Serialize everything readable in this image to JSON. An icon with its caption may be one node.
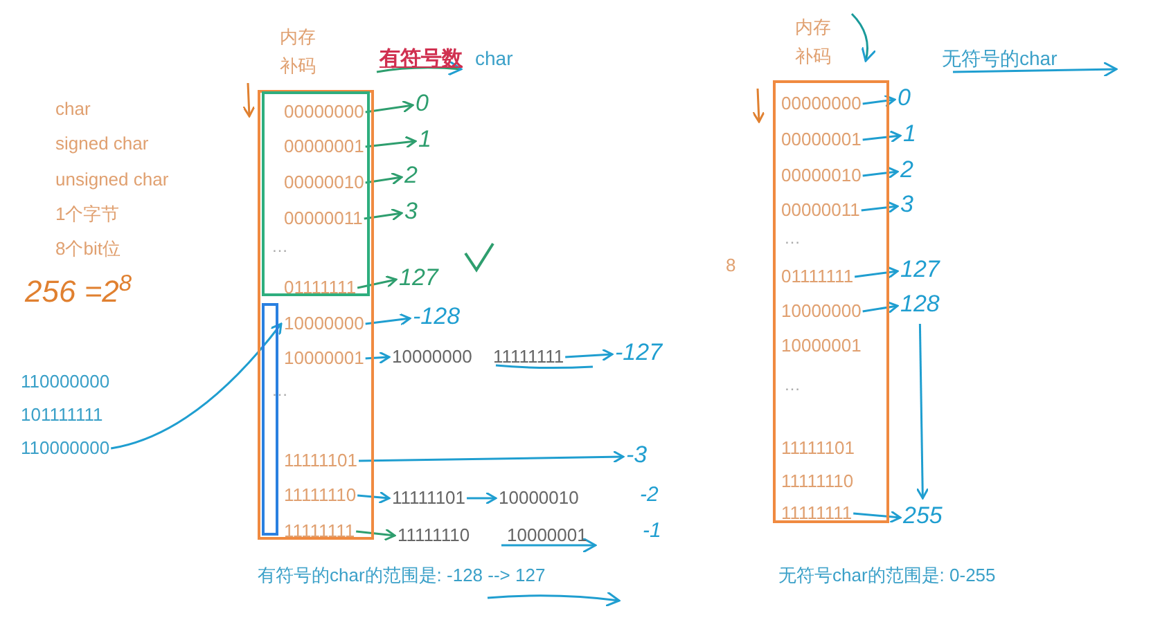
{
  "diagram": {
    "nodes": [
      {
        "text": [
          "内存",
          "补码"
        ]
      },
      {
        "text": [
          "00000000"
        ],
        "in": 0
      },
      {
        "text": [
          "00000001"
        ],
        "in": 0
      },
      {
        "text": [
          "00000010"
        ],
        "in": 0
      },
      {
        "text": [
          "00000011"
        ],
        "in": 0
      },
      {
        "text": [
          "01111111"
        ],
        "in": 0
      },
      {
        "text": [
          "10000000"
        ],
        "in": 0
      },
      {
        "text": [
          "10000001"
        ],
        "in": 0
      },
      {
        "text": [
          "11111101"
        ],
        "in": 0
      },
      {
        "text": [
          "11111110"
        ],
        "in": 0
      },
      {
        "text": [
          "11111111"
        ],
        "in": 0
      },
      {
        "text": [
          "0"
        ]
      },
      {
        "text": [
          "1"
        ]
      },
      {
        "text": [
          "2"
        ]
      },
      {
        "text": [
          "3"
        ]
      },
      {
        "text": [
          "127"
        ]
      },
      {
        "text": [
          "-128"
        ]
      },
      {
        "text": [
          "10000000"
        ]
      },
      {
        "text": [
          "11111111"
        ]
      },
      {
        "text": [
          "-127"
        ]
      },
      {
        "text": [
          "-3"
        ]
      },
      {
        "text": [
          "11111101"
        ]
      },
      {
        "text": [
          "10000010"
        ]
      },
      {
        "text": [
          "11111110"
        ]
      },
      {
        "text": [
          "110000000"
        ]
      },
      {
        "text": [
          "101111111"
        ]
      },
      {
        "text": [
          "110000000"
        ]
      },
      {
        "text": [
          "内存",
          "补码"
        ]
      },
      {
        "text": [
          "00000000"
        ],
        "in": 27
      },
      {
        "text": [
          "00000001"
        ],
        "in": 27
      },
      {
        "text": [
          "00000010"
        ],
        "in": 27
      },
      {
        "text": [
          "00000011"
        ],
        "in": 27
      },
      {
        "text": [
          "01111111"
        ],
        "in": 27
      },
      {
        "text": [
          "10000000"
        ],
        "in": 27
      },
      {
        "text": [
          "10000001"
        ],
        "in": 27
      },
      {
        "text": [
          "11111101"
        ],
        "in": 27
      },
      {
        "text": [
          "11111110"
        ],
        "in": 27
      },
      {
        "text": [
          "11111111"
        ],
        "in": 27
      },
      {
        "text": [
          "0"
        ]
      },
      {
        "text": [
          "1"
        ]
      },
      {
        "text": [
          "2"
        ]
      },
      {
        "text": [
          "3"
        ]
      },
      {
        "text": [
          "127"
        ]
      },
      {
        "text": [
          "128"
        ]
      },
      {
        "text": [
          "255"
        ]
      }
    ],
    "edges": [
      {
        "from": 1,
        "to": 11,
        "arrow": "to",
        "color": "#2e9e6e"
      },
      {
        "from": 2,
        "to": 12,
        "arrow": "to",
        "color": "#2e9e6e"
      },
      {
        "from": 3,
        "to": 13,
        "arrow": "to",
        "color": "#2e9e6e"
      },
      {
        "from": 4,
        "to": 14,
        "arrow": "to",
        "color": "#2e9e6e"
      },
      {
        "from": 5,
        "to": 15,
        "arrow": "to",
        "color": "#2e9e6e"
      },
      {
        "from": 6,
        "to": 16,
        "arrow": "to"
      },
      {
        "from": 7,
        "to": 17,
        "arrow": "to"
      },
      {
        "from": 18,
        "to": 19,
        "arrow": "to"
      },
      {
        "from": 8,
        "to": 20,
        "arrow": "to"
      },
      {
        "from": 9,
        "to": 21,
        "arrow": "to"
      },
      {
        "from": 21,
        "to": 22,
        "arrow": "to"
      },
      {
        "from": 10,
        "to": 23,
        "arrow": "to",
        "color": "#2e9e6e"
      },
      {
        "from": 26,
        "to": 6,
        "arrow": "to"
      },
      {
        "from": 28,
        "to": 38,
        "arrow": "to"
      },
      {
        "from": 29,
        "to": 39,
        "arrow": "to"
      },
      {
        "from": 30,
        "to": 40,
        "arrow": "to"
      },
      {
        "from": 31,
        "to": 41,
        "arrow": "to"
      },
      {
        "from": 32,
        "to": 42,
        "arrow": "to"
      },
      {
        "from": 33,
        "to": 43,
        "arrow": "to"
      },
      {
        "from": 37,
        "to": 44,
        "arrow": "to"
      },
      {
        "from": 43,
        "to": 44,
        "arrow": "to"
      }
    ],
    "labels": [
      "有符号数",
      "char",
      "无符号的char",
      "char",
      "signed char",
      "unsigned char",
      "1个字节",
      "8个bit位",
      "256 =2$^{8}$",
      "…",
      "…",
      "8",
      "…",
      "…",
      "-2",
      "10000001",
      "-1",
      "有符号的char的范围是: -128 --> 127",
      "无符号char的范围是: 0-255"
    ]
  }
}
